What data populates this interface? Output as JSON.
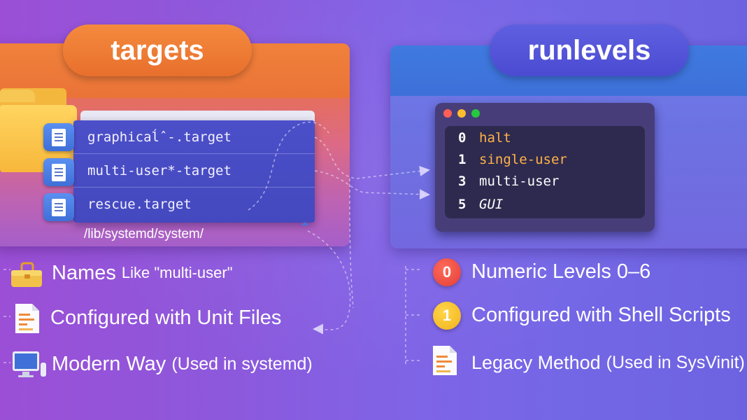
{
  "targets": {
    "title": "targets",
    "items": [
      {
        "label": "graphicaĺˆ-.target"
      },
      {
        "label": "multi-user*-target"
      },
      {
        "label": "rescue.target"
      }
    ],
    "path": "/lib/systemd/system/",
    "bullets": [
      {
        "main": "Names",
        "sub": "Like \"multi-user\"",
        "icon": "toolbox-icon"
      },
      {
        "main": "Configured with Unit Files",
        "sub": "",
        "icon": "document-icon"
      },
      {
        "main": "Modern Way",
        "sub": "(Used in systemd)",
        "icon": "monitor-icon"
      }
    ]
  },
  "runlevels": {
    "title": "runlevels",
    "terminal": [
      {
        "num": "0",
        "text": "halt"
      },
      {
        "num": "1",
        "text": "single-user"
      },
      {
        "num": "3",
        "text": "multi-user"
      },
      {
        "num": "5",
        "text": "GUI"
      }
    ],
    "bullets": [
      {
        "badge": "0",
        "main": "Numeric Levels 0–6"
      },
      {
        "badge": "1",
        "main": "Configured with Shell Scripts"
      },
      {
        "main": "Legacy Method",
        "sub": "(Used in SysVinit)",
        "icon": "document-icon"
      }
    ]
  },
  "colors": {
    "targets_accent": "#ef7a34",
    "runlevels_accent": "#4b4bd2",
    "terminal_bg": "#2e2a4f",
    "terminal_highlight": "#ffb347"
  }
}
